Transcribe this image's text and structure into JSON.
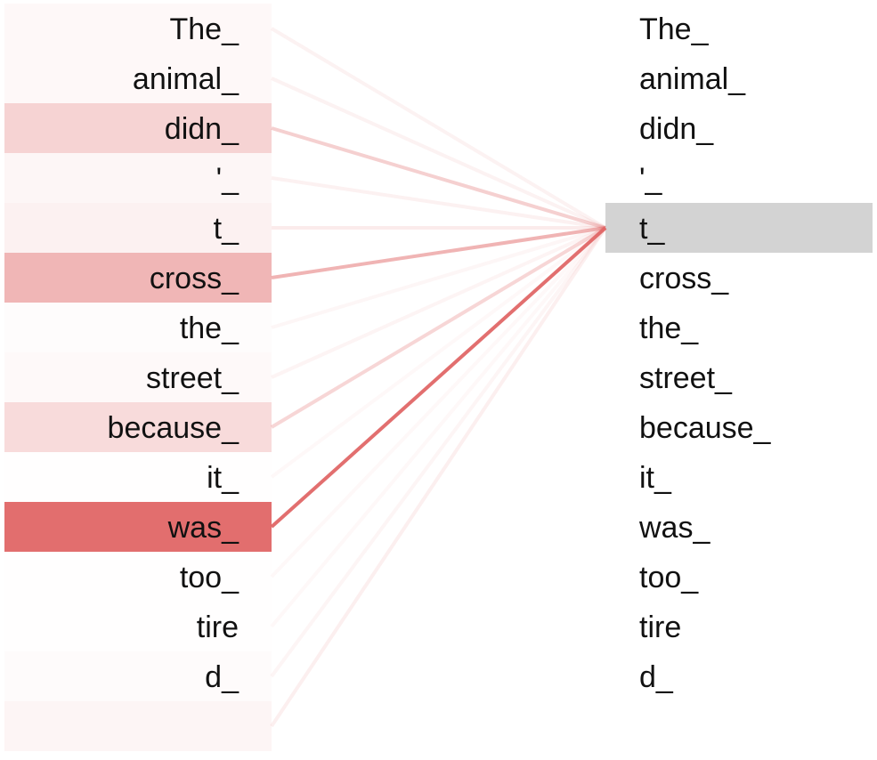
{
  "left_tokens": [
    "The_",
    "animal_",
    "didn_",
    "'_",
    "t_",
    "cross_",
    "the_",
    "street_",
    "because_",
    "it_",
    "was_",
    "too_",
    "tire",
    "d_",
    ""
  ],
  "right_tokens": [
    "The_",
    "animal_",
    "didn_",
    "'_",
    "t_",
    "cross_",
    "the_",
    "street_",
    "because_",
    "it_",
    "was_",
    "too_",
    "tire",
    "d_"
  ],
  "selected_index": 4,
  "attention_weights": [
    0.05,
    0.05,
    0.3,
    0.06,
    0.1,
    0.5,
    0.02,
    0.04,
    0.25,
    0.01,
    1.0,
    0.01,
    0.01,
    0.03,
    0.07
  ],
  "colors": {
    "attention": "#e06666",
    "selected_highlight": "#d3d3d3",
    "text": "#111111"
  }
}
